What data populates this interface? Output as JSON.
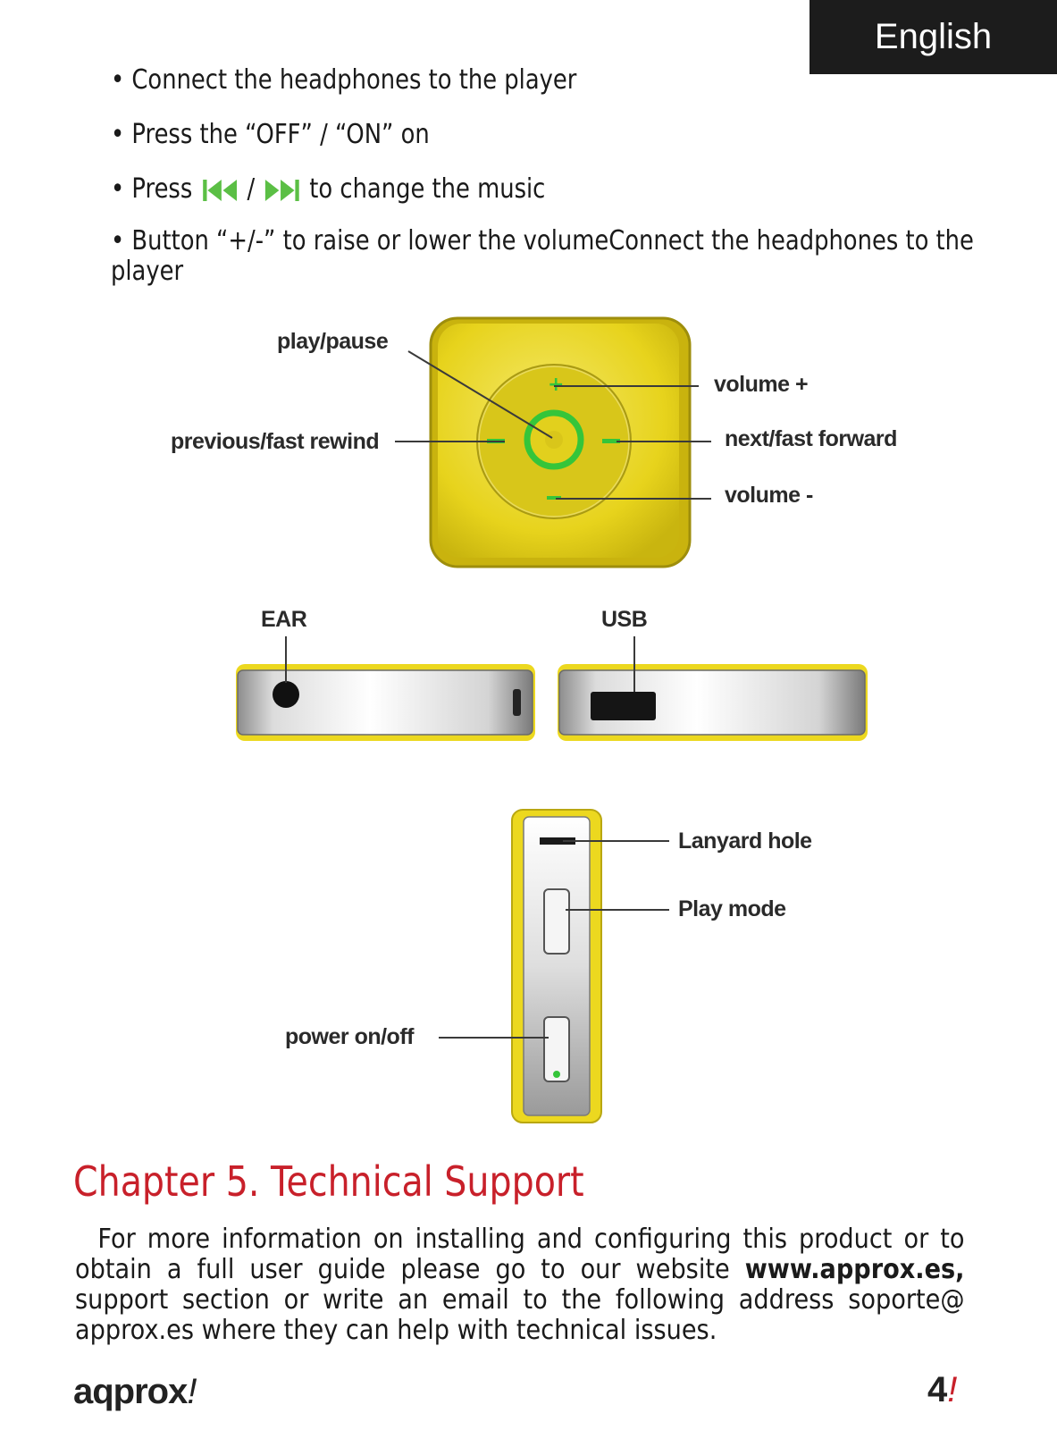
{
  "header": {
    "language_tab": "English"
  },
  "instructions": {
    "bullet1": "• Connect the headphones to the player",
    "bullet2": "• Press the “OFF” / “ON” on",
    "bullet3_prefix": "• Press",
    "bullet3_sep": "/",
    "bullet3_suffix": "to change the music",
    "bullet4": "• Button “+/-”  to raise or lower the volumeConnect the headphones to the player",
    "icon_color": "#5bbf45"
  },
  "diagram": {
    "front_labels": {
      "play_pause": "play/pause",
      "previous": "previous/fast rewind",
      "volume_up": "volume +",
      "next": "next/fast forward",
      "volume_down": "volume -"
    },
    "port_labels": {
      "ear": "EAR",
      "usb": "USB"
    },
    "side_labels": {
      "lanyard": "Lanyard hole",
      "play_mode": "Play mode",
      "power": "power on/off"
    },
    "colors": {
      "body": "#ecd81f",
      "accent_green": "#35c53a"
    }
  },
  "chapter": {
    "title": "Chapter 5. Technical Support",
    "text_before": "For more information on installing and configuring this product or to obtain a full user guide please go to our website ",
    "website": "www.approx.es,",
    "text_after": " support section or write an email to the following address soporte@ approx.es where they can help with technical issues."
  },
  "footer": {
    "logo_text": "aqprox",
    "logo_mark": "!",
    "page_number": "4",
    "page_mark": "!"
  }
}
